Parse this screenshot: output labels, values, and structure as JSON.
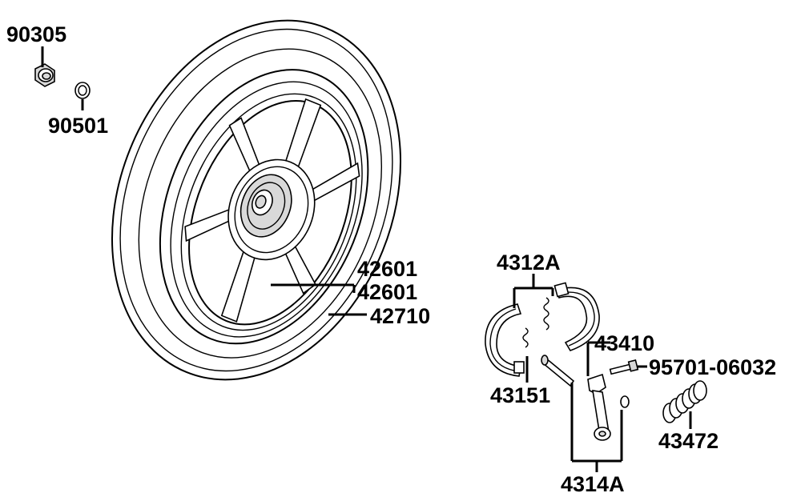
{
  "labels": {
    "nut": "90305",
    "washer": "90501",
    "rim_1": "42601",
    "rim_2": "42601",
    "tire": "42710",
    "shoe_set": "4312A",
    "cam_lever": "43410",
    "bolt": "95701-06032",
    "spring": "43151",
    "cam_spring": "43472",
    "cam_set": "4314A"
  }
}
